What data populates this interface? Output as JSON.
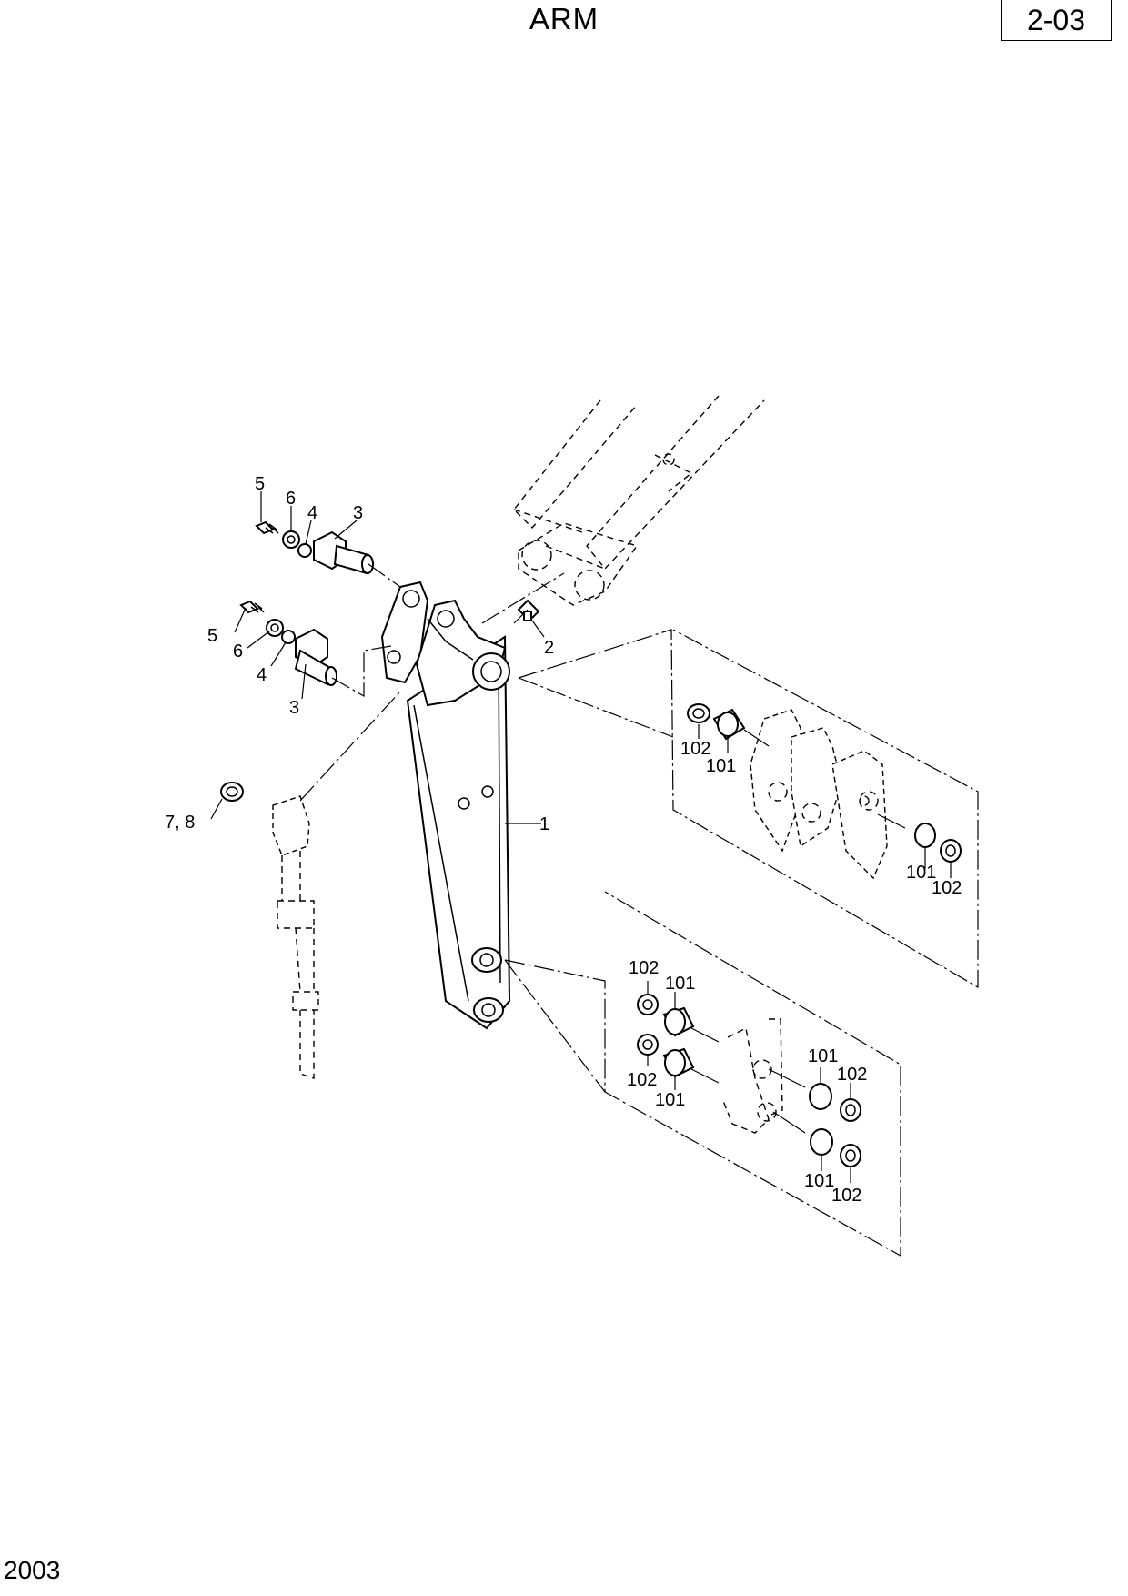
{
  "header": {
    "title": "ARM",
    "page_code": "2-03"
  },
  "footer": {
    "code": "2003"
  },
  "callouts": {
    "arm": "1",
    "grease_fitting": "2",
    "pin_upper": "3",
    "pin_lower": "3",
    "washer_upper": "4",
    "washer_lower": "4",
    "bolt_upper": "5",
    "bolt_lower": "5",
    "spring_washer_upper": "6",
    "spring_washer_lower": "6",
    "shim": "7, 8",
    "top_detail": {
      "seal_left": "102",
      "bushing_left": "101",
      "bushing_right": "101",
      "seal_right": "102"
    },
    "bottom_detail": {
      "seal_tl": "102",
      "bushing_tl": "101",
      "seal_bl": "102",
      "bushing_bl": "101",
      "bushing_tr": "101",
      "seal_tr": "102",
      "bushing_br": "101",
      "seal_br": "102"
    }
  }
}
